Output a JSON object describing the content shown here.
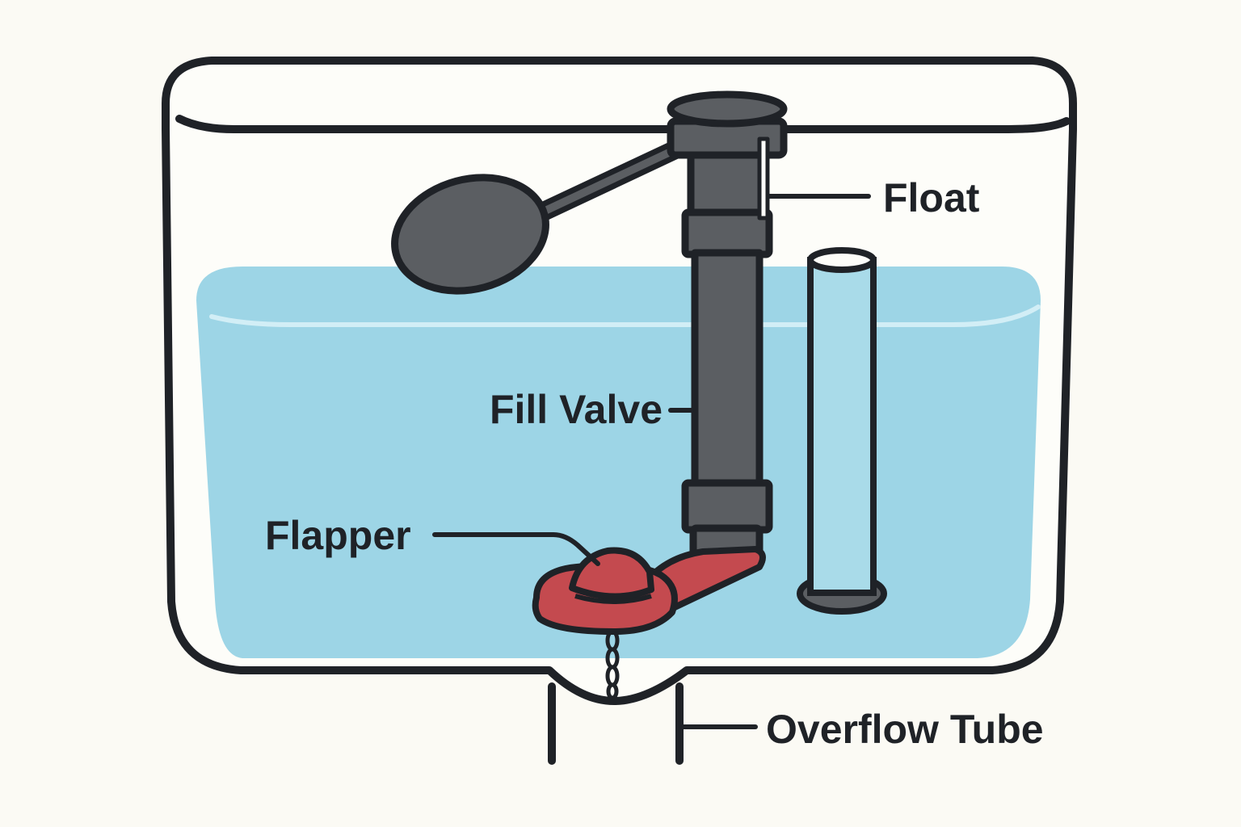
{
  "diagram": {
    "labels": {
      "float": "Float",
      "fill_valve": "Fill Valve",
      "flapper": "Flapper",
      "overflow_tube": "Overflow Tube"
    },
    "colors": {
      "background": "#fbfaf4",
      "outline": "#1f2227",
      "water": "#9dd5e6",
      "water_highlight": "#c9ecf5",
      "mechanism": "#5b5e62",
      "flapper": "#c44a4f"
    }
  }
}
